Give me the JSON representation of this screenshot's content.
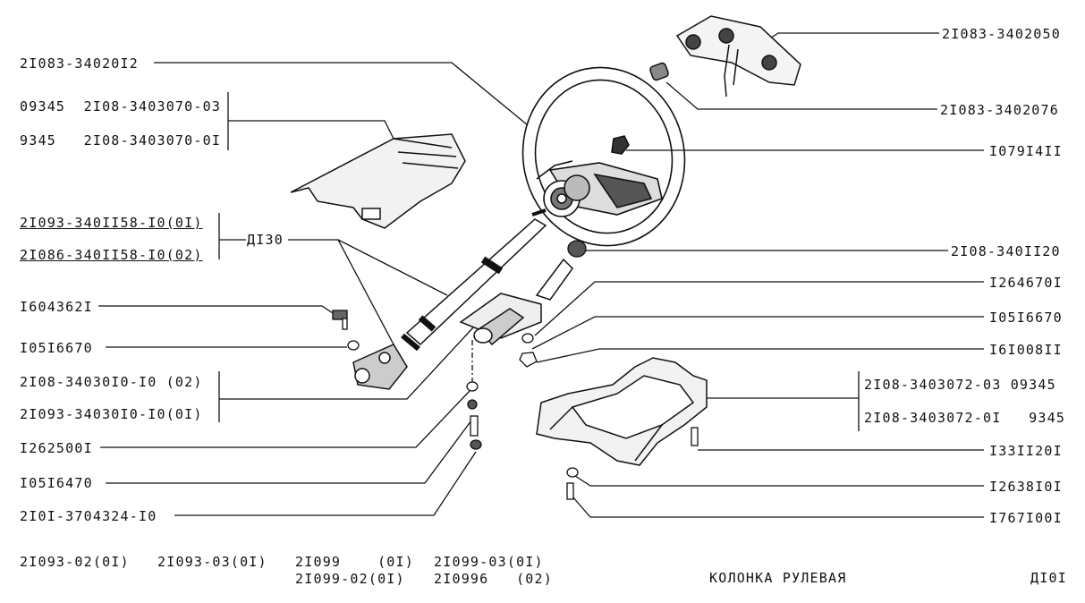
{
  "left_labels": {
    "l1": "2I083-34020I2",
    "l2a": "09345  2I08-3403070-03",
    "l2b": "9345   2I08-3403070-0I",
    "l3a": "2I093-340II58-I0(0I)",
    "l3b": "2I086-340II58-I0(02)",
    "l3c": "ДI30",
    "l4": "I604362I",
    "l5": "I05I6670",
    "l6a": "2I08-34030I0-I0 (02)",
    "l6b": "2I093-34030I0-I0(0I)",
    "l7": "I262500I",
    "l8": "I05I6470",
    "l9": "2I0I-3704324-I0"
  },
  "right_labels": {
    "r1": "2I083-3402050",
    "r2": "2I083-3402076",
    "r3": "I079I4II",
    "r4": "2I08-340II20",
    "r5": "I264670I",
    "r6": "I05I6670",
    "r7": "I6I008II",
    "r8a": "2I08-3403072-03 09345",
    "r8b": "2I08-3403072-0I   9345",
    "r9": "I33II20I",
    "r10": "I2638I0I",
    "r11": "I767I00I"
  },
  "footer": {
    "m1": "2I093-02(0I)",
    "m2": "2I093-03(0I)",
    "m3": "2I099    (0I)",
    "m4": "2I099-03(0I)",
    "m5": "2I099-02(0I)",
    "m6": "2I0996   (02)",
    "title": "КОЛОНКА РУЛЕВАЯ",
    "code": "ДI0I"
  }
}
